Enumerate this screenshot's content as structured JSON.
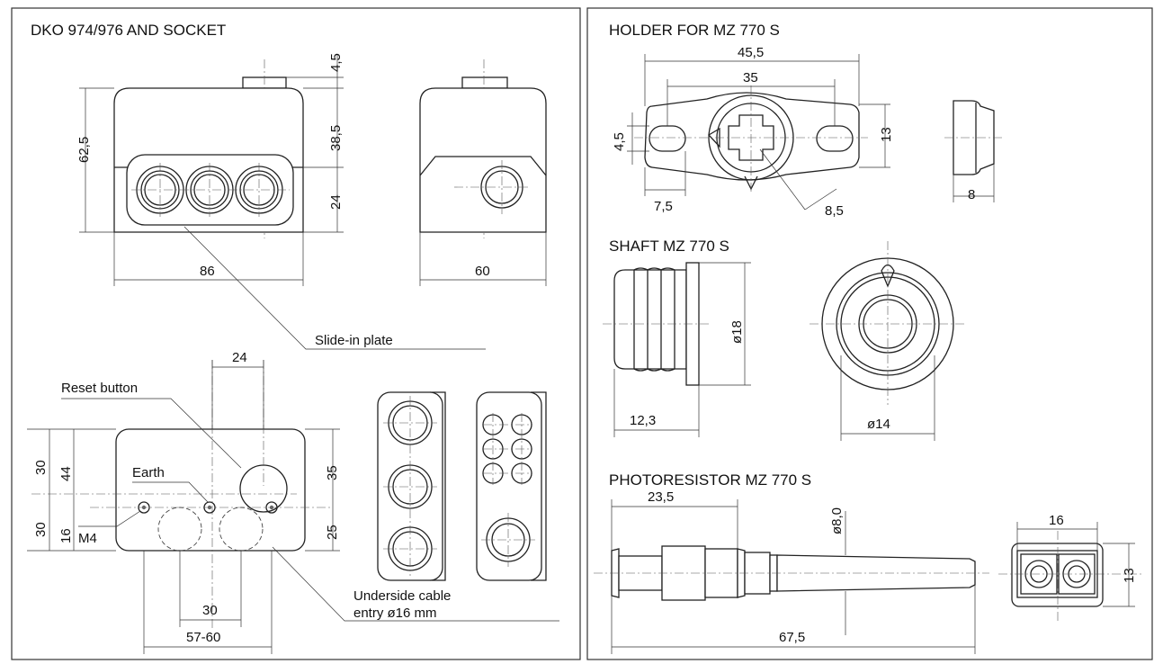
{
  "titles": {
    "dko": "DKO 974/976  AND SOCKET",
    "holder": "HOLDER FOR MZ 770 S",
    "shaft": "SHAFT MZ 770 S",
    "photo": "PHOTORESISTOR MZ 770 S"
  },
  "labels": {
    "slide_in_plate": "Slide-in plate",
    "reset_button": "Reset button",
    "earth": "Earth",
    "m4": "M4",
    "cable_entry_1": "Underside cable",
    "cable_entry_2": "entry ø16 mm"
  },
  "dims": {
    "dko_top": "4,5",
    "dko_upper": "38,5",
    "dko_lower": "24",
    "dko_height": "62,5",
    "dko_width": "86",
    "dko_side_width": "60",
    "socket_top_span": "24",
    "socket_left_30a": "30",
    "socket_left_44": "44",
    "socket_left_30b": "30",
    "socket_left_16": "16",
    "socket_right_35": "35",
    "socket_right_25": "25",
    "socket_hole_30": "30",
    "socket_hole_span": "57-60",
    "holder_total": "45,5",
    "holder_inner": "35",
    "holder_slot": "4,5",
    "holder_height": "13",
    "holder_offset": "7,5",
    "holder_diag": "8,5",
    "holder_thick": "8",
    "shaft_dia": "ø18",
    "shaft_len": "12,3",
    "shaft_front_dia": "ø14",
    "photo_seg": "23,5",
    "photo_dia": "ø8,0",
    "photo_len": "67,5",
    "photo_end_w": "16",
    "photo_end_h": "13"
  }
}
